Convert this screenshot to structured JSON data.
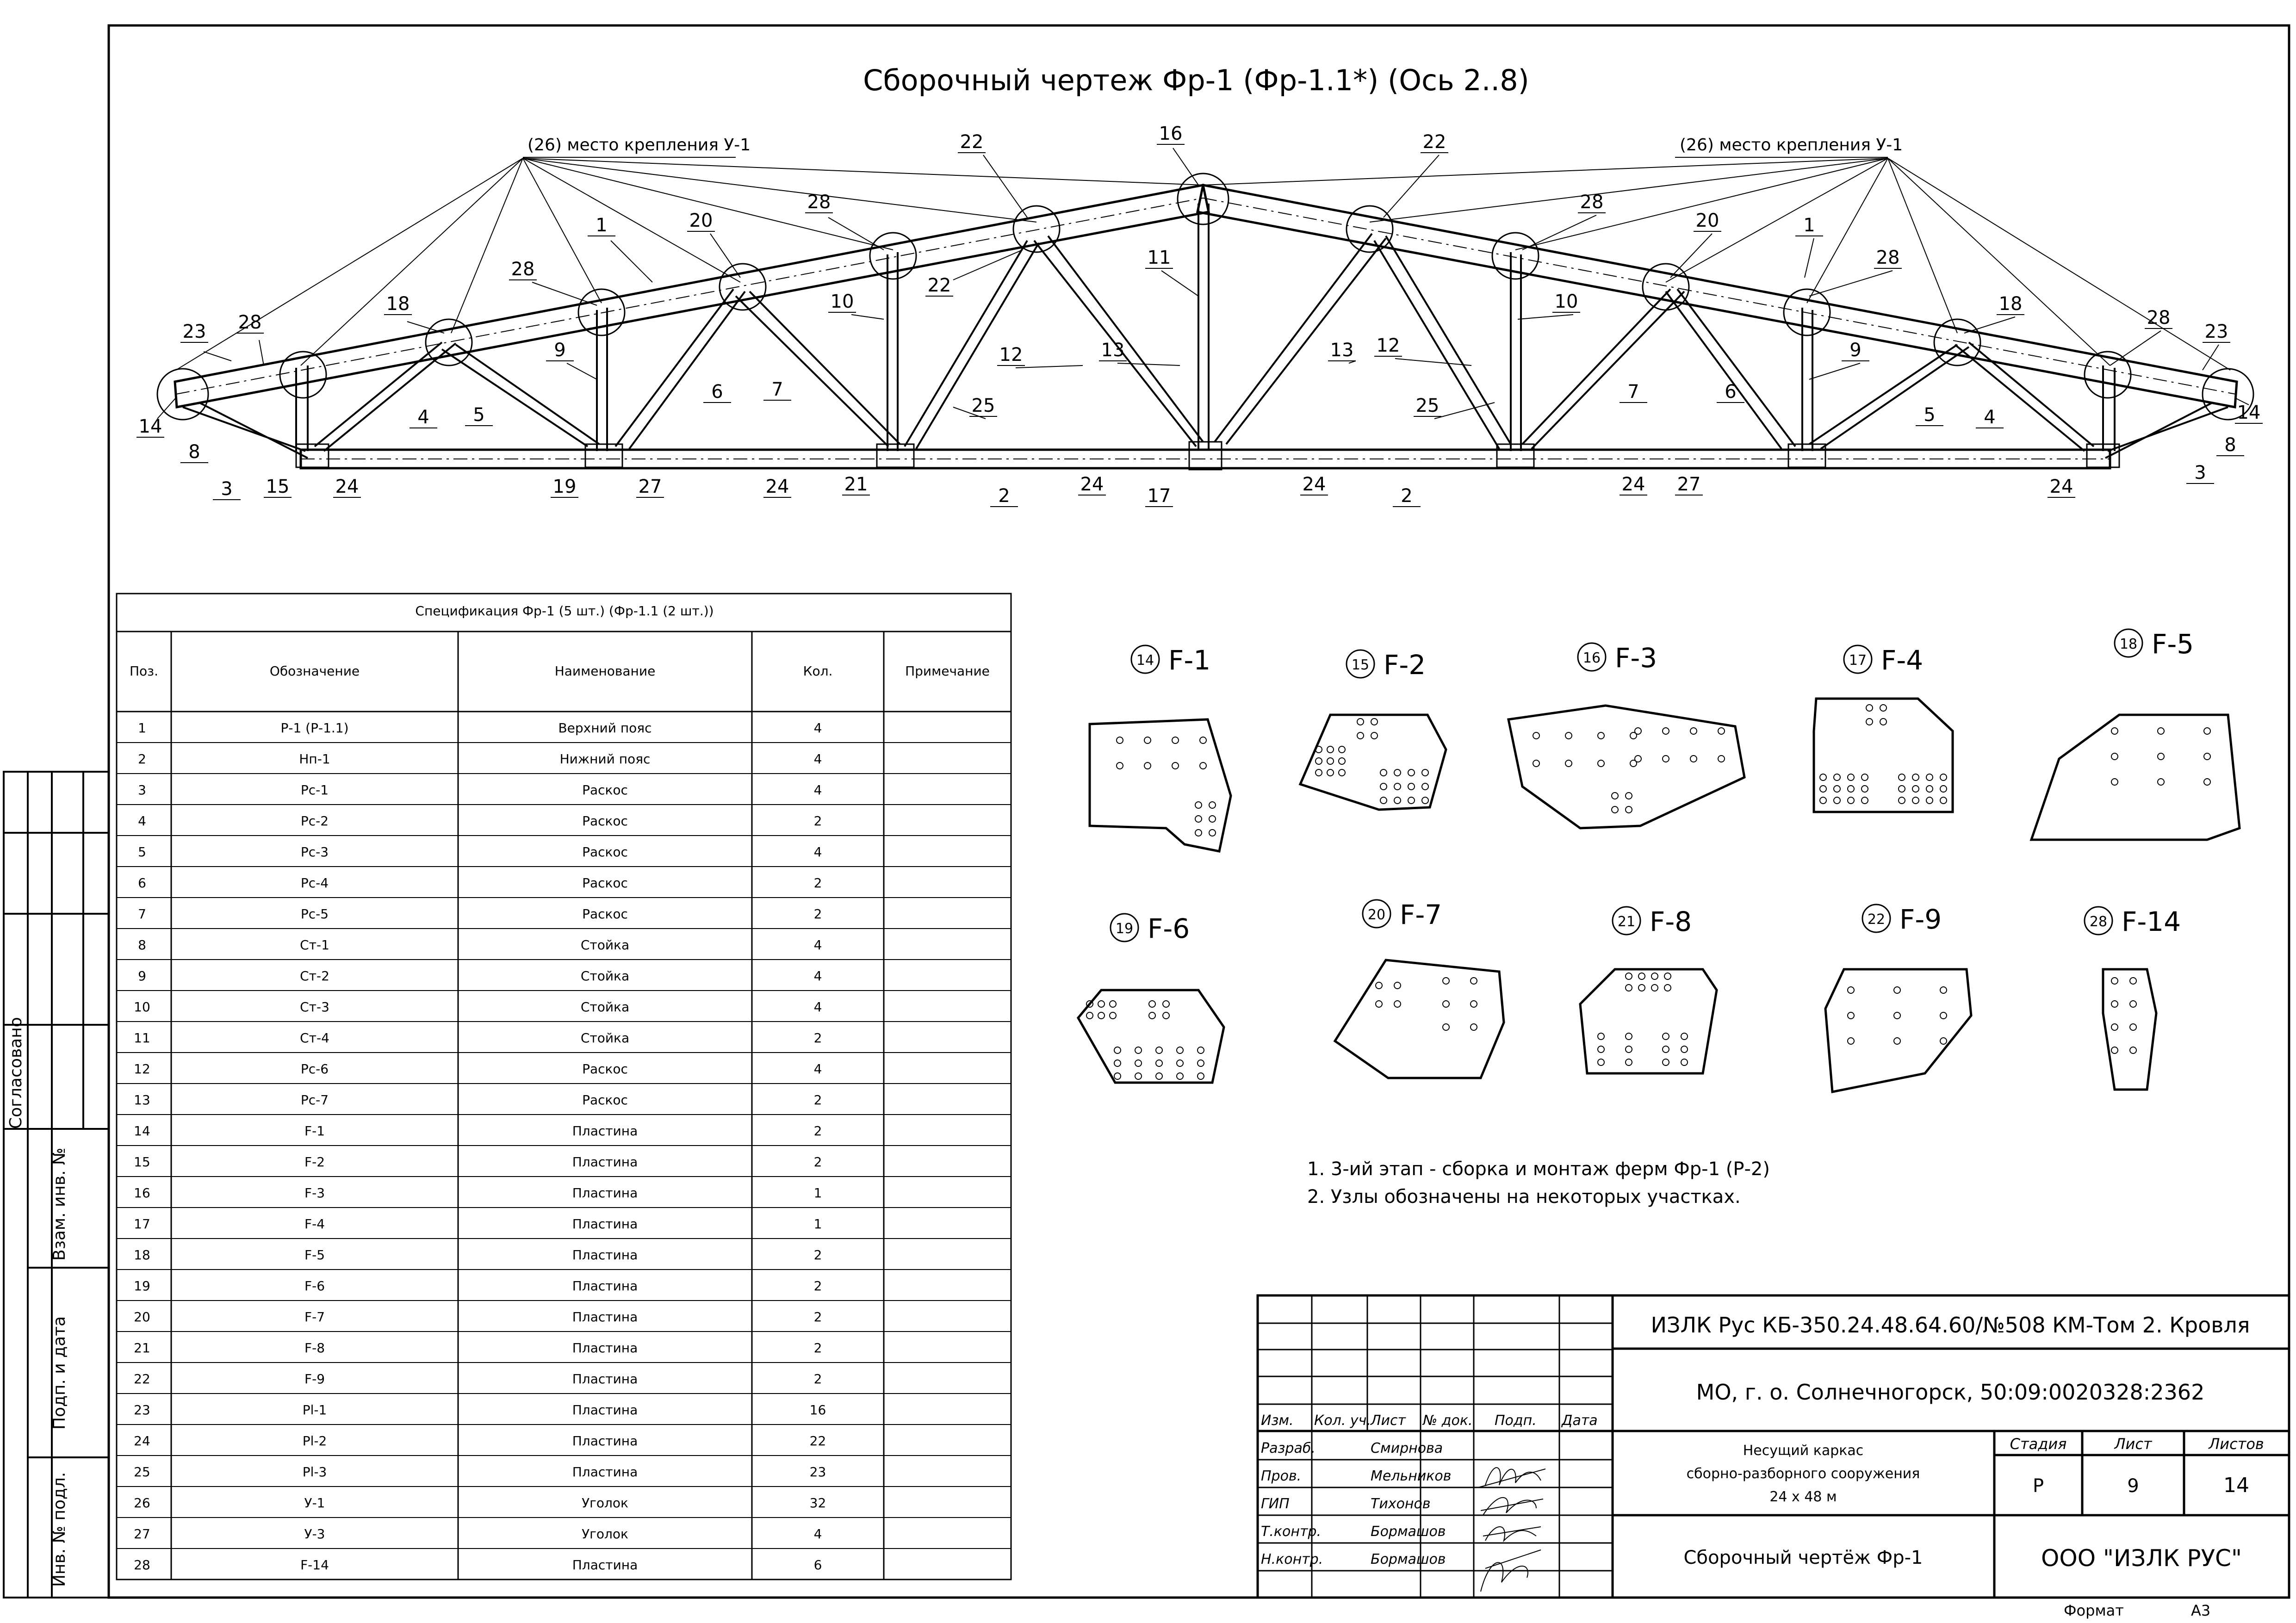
{
  "drawing": {
    "title": "Сборочный чертеж Фр-1 (Фр-1.1*) (Ось 2..8)",
    "attach_note": "(26) место крепления У-1",
    "callouts_top": [
      "23",
      "28",
      "18",
      "28",
      "1",
      "20",
      "28",
      "22",
      "22",
      "16",
      "11",
      "10",
      "9",
      "12",
      "13",
      "25",
      "13",
      "12",
      "25",
      "10",
      "9",
      "22",
      "28",
      "20",
      "1",
      "28",
      "18",
      "28",
      "23",
      "14",
      "14"
    ],
    "callouts_bottom": [
      "8",
      "3",
      "15",
      "24",
      "4",
      "5",
      "6",
      "7",
      "19",
      "27",
      "24",
      "21",
      "2",
      "24",
      "17",
      "24",
      "2",
      "24",
      "27",
      "7",
      "6",
      "5",
      "4",
      "8",
      "3",
      "24"
    ]
  },
  "spec": {
    "title": "Спецификация Фр-1 (5 шт.) (Фр-1.1 (2 шт.))",
    "headers": [
      "Поз.",
      "Обозначение",
      "Наименование",
      "Кол.",
      "Примечание"
    ],
    "rows": [
      [
        "1",
        "Р-1 (Р-1.1)",
        "Верхний пояс",
        "4",
        ""
      ],
      [
        "2",
        "Нп-1",
        "Нижний пояс",
        "4",
        ""
      ],
      [
        "3",
        "Рс-1",
        "Раскос",
        "4",
        ""
      ],
      [
        "4",
        "Рс-2",
        "Раскос",
        "2",
        ""
      ],
      [
        "5",
        "Рс-3",
        "Раскос",
        "4",
        ""
      ],
      [
        "6",
        "Рс-4",
        "Раскос",
        "2",
        ""
      ],
      [
        "7",
        "Рс-5",
        "Раскос",
        "2",
        ""
      ],
      [
        "8",
        "Ст-1",
        "Стойка",
        "4",
        ""
      ],
      [
        "9",
        "Ст-2",
        "Стойка",
        "4",
        ""
      ],
      [
        "10",
        "Ст-3",
        "Стойка",
        "4",
        ""
      ],
      [
        "11",
        "Ст-4",
        "Стойка",
        "2",
        ""
      ],
      [
        "12",
        "Рс-6",
        "Раскос",
        "4",
        ""
      ],
      [
        "13",
        "Рс-7",
        "Раскос",
        "2",
        ""
      ],
      [
        "14",
        "F-1",
        "Пластина",
        "2",
        ""
      ],
      [
        "15",
        "F-2",
        "Пластина",
        "2",
        ""
      ],
      [
        "16",
        "F-3",
        "Пластина",
        "1",
        ""
      ],
      [
        "17",
        "F-4",
        "Пластина",
        "1",
        ""
      ],
      [
        "18",
        "F-5",
        "Пластина",
        "2",
        ""
      ],
      [
        "19",
        "F-6",
        "Пластина",
        "2",
        ""
      ],
      [
        "20",
        "F-7",
        "Пластина",
        "2",
        ""
      ],
      [
        "21",
        "F-8",
        "Пластина",
        "2",
        ""
      ],
      [
        "22",
        "F-9",
        "Пластина",
        "2",
        ""
      ],
      [
        "23",
        "Pl-1",
        "Пластина",
        "16",
        ""
      ],
      [
        "24",
        "Pl-2",
        "Пластина",
        "22",
        ""
      ],
      [
        "25",
        "Pl-3",
        "Пластина",
        "23",
        ""
      ],
      [
        "26",
        "У-1",
        "Уголок",
        "32",
        ""
      ],
      [
        "27",
        "У-3",
        "Уголок",
        "4",
        ""
      ],
      [
        "28",
        "F-14",
        "Пластина",
        "6",
        ""
      ]
    ]
  },
  "plates": [
    {
      "num": "14",
      "label": "F-1"
    },
    {
      "num": "15",
      "label": "F-2"
    },
    {
      "num": "16",
      "label": "F-3"
    },
    {
      "num": "17",
      "label": "F-4"
    },
    {
      "num": "18",
      "label": "F-5"
    },
    {
      "num": "19",
      "label": "F-6"
    },
    {
      "num": "20",
      "label": "F-7"
    },
    {
      "num": "21",
      "label": "F-8"
    },
    {
      "num": "22",
      "label": "F-9"
    },
    {
      "num": "28",
      "label": "F-14"
    }
  ],
  "notes": [
    "1. 3-ий этап - сборка и монтаж ферм Фр-1 (Р-2)",
    "2. Узлы обозначены на некоторых участках."
  ],
  "side": {
    "agreed": "Согласовано",
    "vzam": "Взам. инв. №",
    "podp": "Подп. и дата",
    "inv": "Инв. № подл."
  },
  "titleblock": {
    "code": "ИЗЛК Рус КБ-350.24.48.64.60/№508 КМ-Том 2. Кровля",
    "address": "МО, г. о. Солнечногорск, 50:09:0020328:2362",
    "col_headers": [
      "Изм.",
      "Кол. уч.",
      "Лист",
      "№ док.",
      "Подп.",
      "Дата"
    ],
    "roles": [
      {
        "role": "Разраб.",
        "name": "Смирнова"
      },
      {
        "role": "Пров.",
        "name": "Мельников"
      },
      {
        "role": "ГИП",
        "name": "Тихонов"
      },
      {
        "role": "Т.контр.",
        "name": "Бормашов"
      },
      {
        "role": "Н.контр.",
        "name": "Бормашов"
      }
    ],
    "object_line1": "Несущий каркас",
    "object_line2": "сборно-разборного сооружения",
    "object_line3": "24 х 48 м",
    "sheet_title": "Сборочный чертёж Фр-1",
    "stage_label": "Стадия",
    "sheet_label": "Лист",
    "sheets_label": "Листов",
    "stage": "Р",
    "sheet": "9",
    "sheets": "14",
    "company": "ООО \"ИЗЛК РУС\"",
    "format_label": "Формат",
    "format": "А3"
  }
}
